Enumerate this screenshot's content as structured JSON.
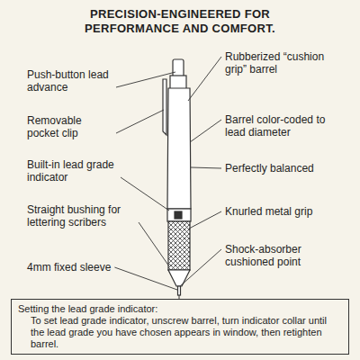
{
  "diagram": {
    "title": "PRECISION-ENGINEERED FOR PERFORMANCE AND COMFORT.",
    "nodes": [
      {
        "text": [
          "Setting the lead grade indicator:",
          "To set lead grade indicator, unscrew barrel, turn indicator collar until the lead grade you have chosen appears in window, then retighten barrel."
        ]
      }
    ],
    "labels": [
      "Push-button lead advance",
      "Rubberized “cushion grip” barrel",
      "Removable pocket clip",
      "Barrel color-coded to lead diameter",
      "Built-in lead grade indicator",
      "Perfectly balanced",
      "Straight bushing for lettering scribers",
      "Knurled metal grip",
      "4mm fixed sleeve",
      "Shock-absorber cushioned point"
    ]
  }
}
